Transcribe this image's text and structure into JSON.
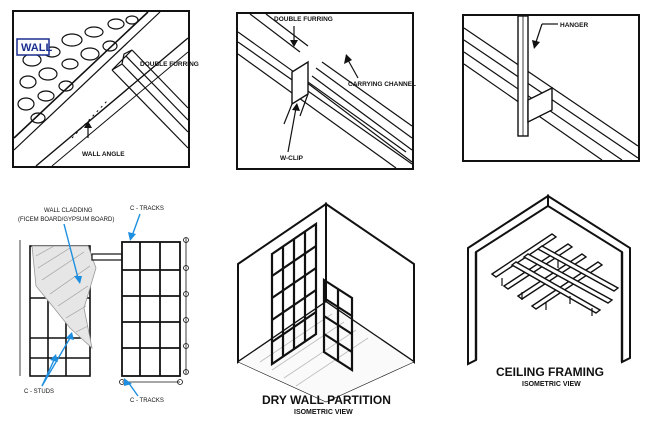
{
  "panels": {
    "wall_angle": {
      "wall_tag": "WALL",
      "double_furring": "DOUBLE FURRING",
      "wall_angle": "WALL ANGLE"
    },
    "w_clip": {
      "double_furring": "DOUBLE FURRING",
      "carrying_channel": "CARRYING CHANNEL",
      "w_clip": "W-CLIP"
    },
    "hanger": {
      "hanger": "HANGER"
    },
    "c_studs": {
      "cladding_line1": "WALL CLADDING",
      "cladding_line2": "(FICEM BOARD/GYPSUM BOARD)",
      "c_tracks_top": "C - TRACKS",
      "c_studs": "C - STUDS",
      "c_tracks_bottom": "C - TRACKS"
    },
    "dry_wall": {
      "title": "DRY WALL PARTITION",
      "subtitle": "ISOMETRIC VIEW"
    },
    "ceiling": {
      "title": "CEILING FRAMING",
      "subtitle": "ISOMETRIC VIEW"
    }
  },
  "colors": {
    "ink": "#111111",
    "arrow_blue": "#1e8fe0",
    "wall_tag": "#1a2f8f"
  }
}
